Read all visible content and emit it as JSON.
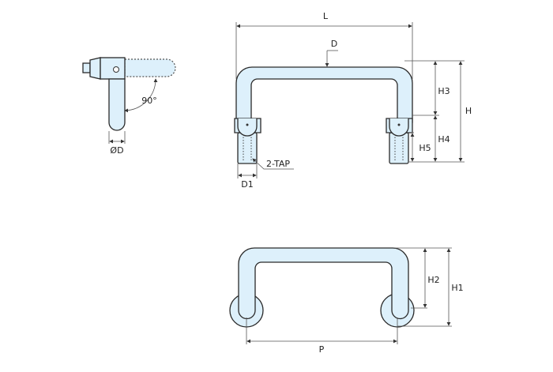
{
  "colors": {
    "part_fill": "#ddf0fb",
    "outline": "#2a2a2a"
  },
  "side_view": {
    "diameter_label": "ØD",
    "angle_label": "90°"
  },
  "front_view": {
    "length_label": "L",
    "bar_diameter_label": "D",
    "h3_label": "H3",
    "h_label": "H",
    "h4_label": "H4",
    "h5_label": "H5",
    "tap_label": "2-TAP",
    "d1_label": "D1"
  },
  "folded_view": {
    "h2_label": "H2",
    "h1_label": "H1",
    "pitch_label": "P"
  }
}
